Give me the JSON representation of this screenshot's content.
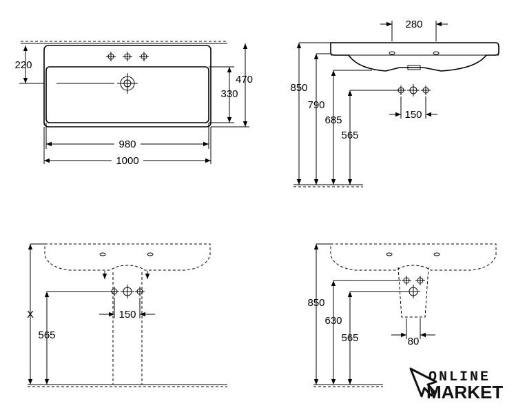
{
  "top_view": {
    "dims": {
      "left_height": "220",
      "right_outer": "470",
      "right_inner": "330",
      "inner_width": "980",
      "outer_width": "1000"
    }
  },
  "side_view": {
    "dims": {
      "tap_spacing": "280",
      "h850": "850",
      "h790": "790",
      "h685": "685",
      "h565": "565",
      "waste_spacing": "150"
    }
  },
  "front_view_pedestal": {
    "dims": {
      "height_x": "X",
      "h565": "565",
      "spacing": "150"
    }
  },
  "front_view_half": {
    "dims": {
      "h850": "850",
      "h630": "630",
      "h565": "565",
      "spacing": "80"
    }
  },
  "logo": {
    "line1": "ONLINE",
    "line2": "MARKET"
  },
  "colors": {
    "ink": "#000000",
    "background": "#ffffff"
  }
}
